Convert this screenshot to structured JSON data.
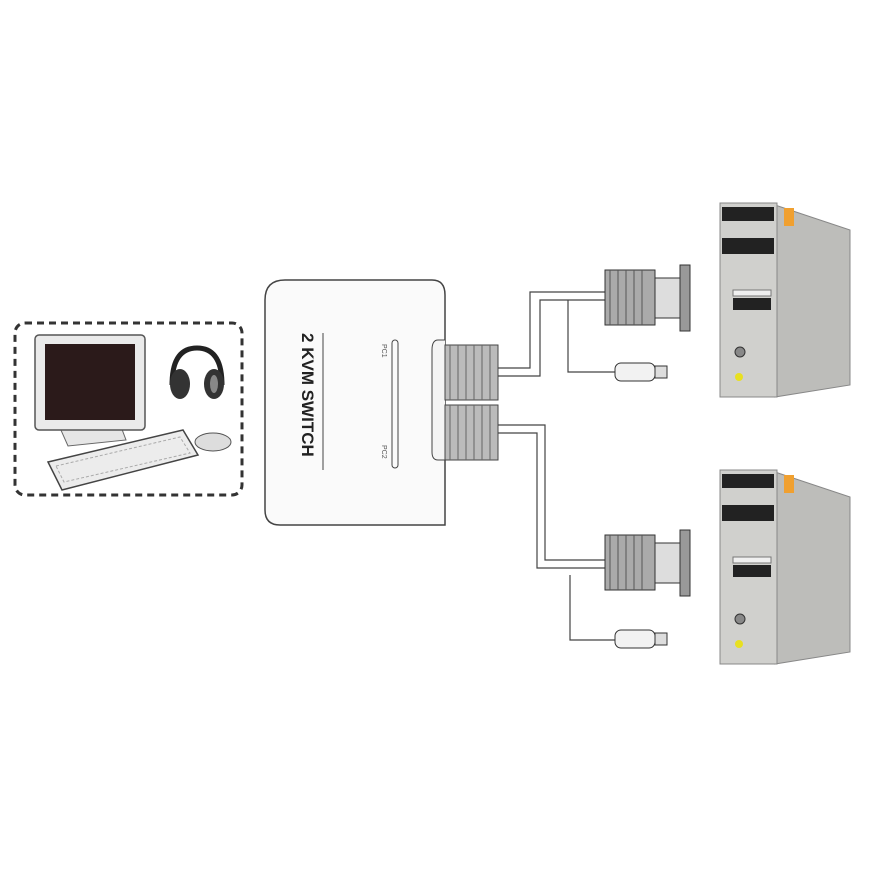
{
  "switch": {
    "ports": "2",
    "title": "KVM SWITCH",
    "port_labels": [
      "PC1",
      "PC2"
    ]
  },
  "colors": {
    "outline": "#333333",
    "tower": "#c9c9c6",
    "screen": "#2b1a1a",
    "badge": "#f0a030",
    "power_led": "#e8e020"
  }
}
